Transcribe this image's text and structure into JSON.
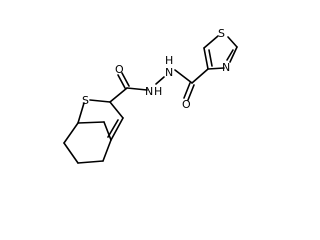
{
  "molecule": {
    "labels": {
      "s_thiophene": "S",
      "o_left": "O",
      "n_left": "N",
      "h_left": "H",
      "n_right": "N",
      "h_right": "H",
      "o_right": "O",
      "s_thiazole": "S",
      "n_thiazole": "N"
    }
  }
}
